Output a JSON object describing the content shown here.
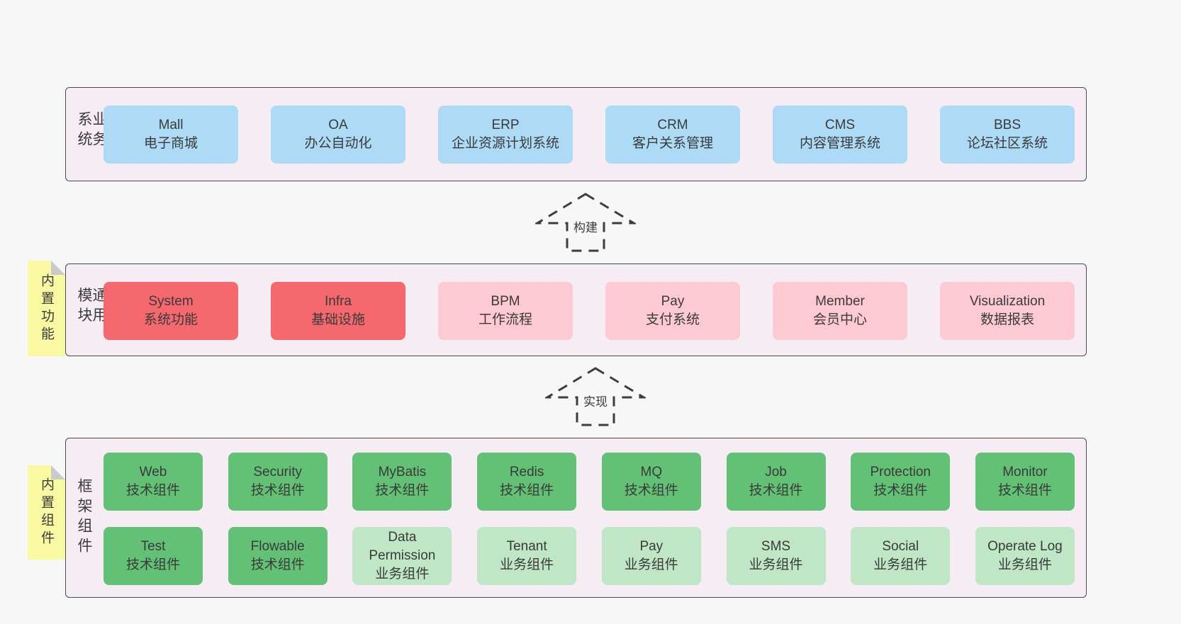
{
  "colors": {
    "page_bg": "#f7f7f7",
    "panel_bg": "#f6edf4",
    "panel_border": "#4a4a4a",
    "blue": "#addbf5",
    "red": "#f5696e",
    "pink": "#fdcad4",
    "green": "#63c175",
    "green_light": "#bfe6c5",
    "note_yellow": "#f9f9a2",
    "note_fold": "#c9c9ce",
    "text": "#3a3a3a",
    "arrow": "#3d3d3d"
  },
  "sections": {
    "business": {
      "side_label": "业务系统",
      "boxes": [
        {
          "en": "Mall",
          "cn": "电子商城",
          "type": "blue"
        },
        {
          "en": "OA",
          "cn": "办公自动化",
          "type": "blue"
        },
        {
          "en": "ERP",
          "cn": "企业资源计划系统",
          "type": "blue"
        },
        {
          "en": "CRM",
          "cn": "客户关系管理",
          "type": "blue"
        },
        {
          "en": "CMS",
          "cn": "内容管理系统",
          "type": "blue"
        },
        {
          "en": "BBS",
          "cn": "论坛社区系统",
          "type": "blue"
        }
      ]
    },
    "common": {
      "side_label": "通用模块",
      "note": "内置功能",
      "boxes": [
        {
          "en": "System",
          "cn": "系统功能",
          "type": "red"
        },
        {
          "en": "Infra",
          "cn": "基础设施",
          "type": "red"
        },
        {
          "en": "BPM",
          "cn": "工作流程",
          "type": "pink"
        },
        {
          "en": "Pay",
          "cn": "支付系统",
          "type": "pink"
        },
        {
          "en": "Member",
          "cn": "会员中心",
          "type": "pink"
        },
        {
          "en": "Visualization",
          "cn": "数据报表",
          "type": "pink"
        }
      ]
    },
    "framework": {
      "side_label": "框架组件",
      "note": "内置组件",
      "rows": [
        [
          {
            "en": "Web",
            "cn": "技术组件",
            "type": "green"
          },
          {
            "en": "Security",
            "cn": "技术组件",
            "type": "green"
          },
          {
            "en": "MyBatis",
            "cn": "技术组件",
            "type": "green"
          },
          {
            "en": "Redis",
            "cn": "技术组件",
            "type": "green"
          },
          {
            "en": "MQ",
            "cn": "技术组件",
            "type": "green"
          },
          {
            "en": "Job",
            "cn": "技术组件",
            "type": "green"
          },
          {
            "en": "Protection",
            "cn": "技术组件",
            "type": "green"
          },
          {
            "en": "Monitor",
            "cn": "技术组件",
            "type": "green"
          }
        ],
        [
          {
            "en": "Test",
            "cn": "技术组件",
            "type": "green"
          },
          {
            "en": "Flowable",
            "cn": "技术组件",
            "type": "green"
          },
          {
            "en": "Data Permission",
            "cn": "业务组件",
            "type": "green-light"
          },
          {
            "en": "Tenant",
            "cn": "业务组件",
            "type": "green-light"
          },
          {
            "en": "Pay",
            "cn": "业务组件",
            "type": "green-light"
          },
          {
            "en": "SMS",
            "cn": "业务组件",
            "type": "green-light"
          },
          {
            "en": "Social",
            "cn": "业务组件",
            "type": "green-light"
          },
          {
            "en": "Operate Log",
            "cn": "业务组件",
            "type": "green-light"
          }
        ]
      ]
    }
  },
  "arrows": [
    {
      "label": "构建"
    },
    {
      "label": "实现"
    }
  ]
}
